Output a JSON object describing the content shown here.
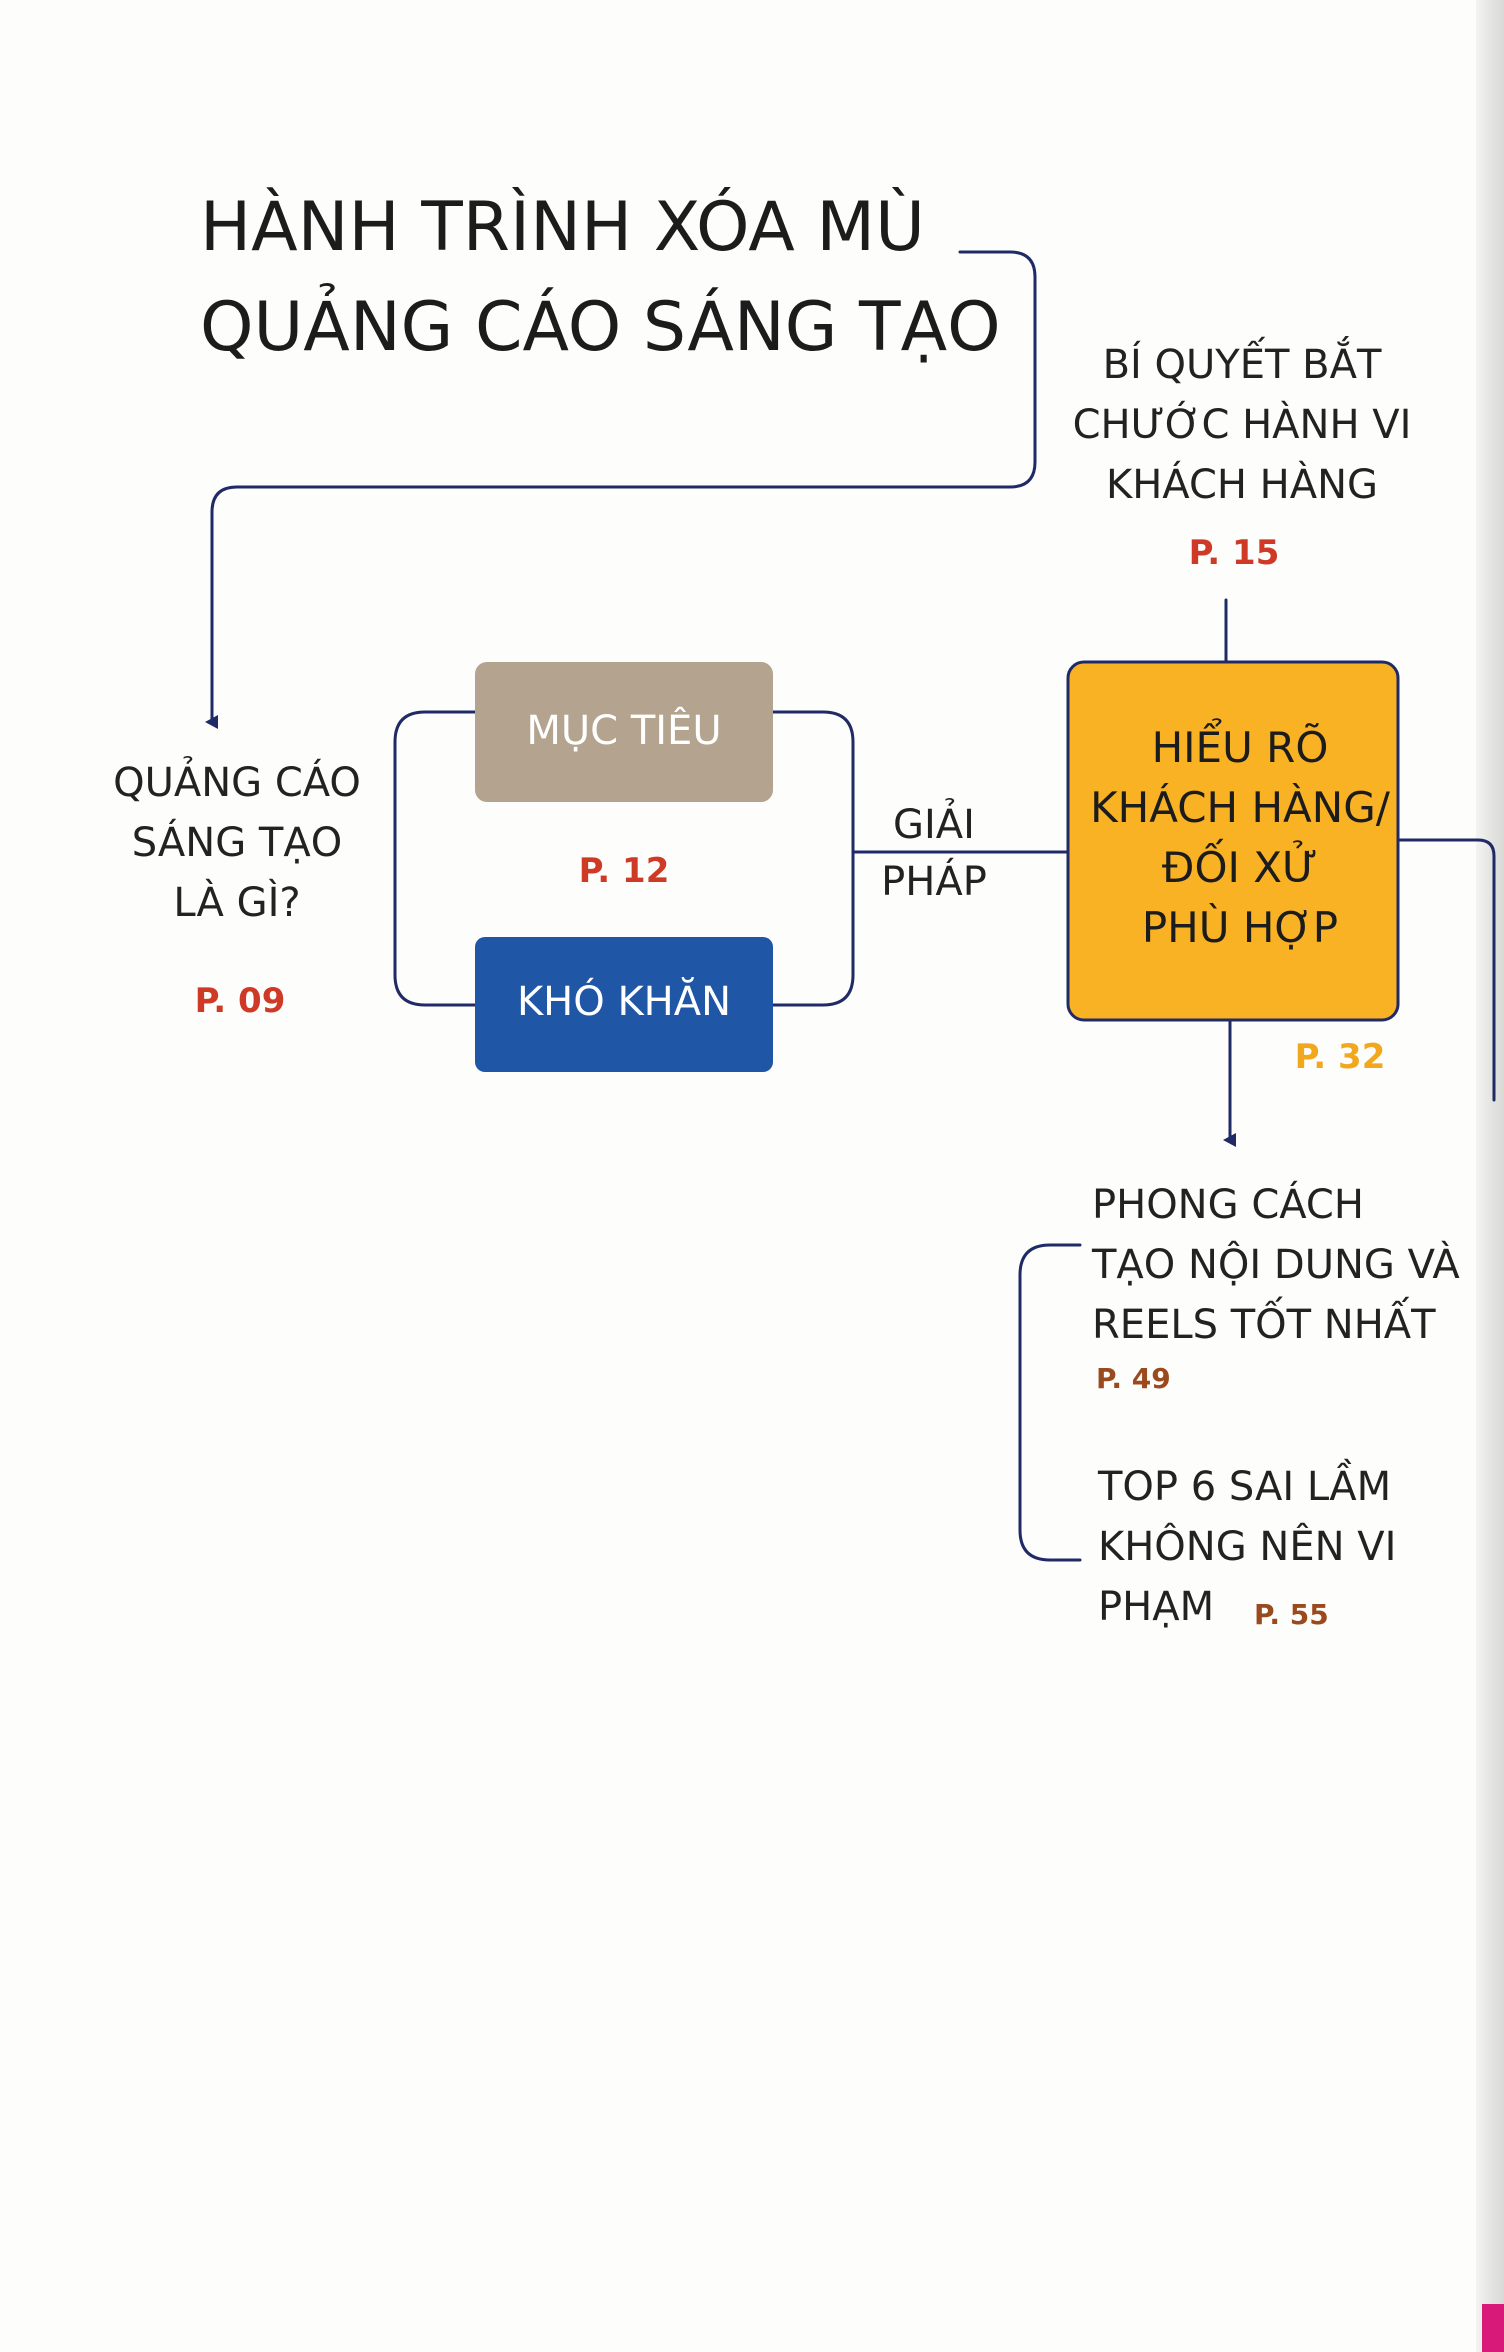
{
  "title": {
    "line1": "HÀNH TRÌNH XÓA MÙ",
    "line2": "QUẢNG CÁO SÁNG TẠO"
  },
  "nodes": {
    "what_is": {
      "lines": [
        "QUẢNG CÁO",
        "SÁNG TẠO",
        "LÀ GÌ?"
      ],
      "page": "P. 09"
    },
    "goal": {
      "label": "MỤC TIÊU"
    },
    "difficulty": {
      "label": "KHÓ KHĂN"
    },
    "goal_difficulty_page": "P. 12",
    "solution": {
      "lines": [
        "GIẢI",
        "PHÁP"
      ]
    },
    "understand": {
      "lines": [
        "HIỂU RÕ",
        "KHÁCH HÀNG/",
        "ĐỐI XỬ",
        "PHÙ HỢP"
      ],
      "page": "P. 32"
    },
    "mimic": {
      "lines": [
        "BÍ QUYẾT BẮT",
        "CHƯỚC HÀNH VI",
        "KHÁCH HÀNG"
      ],
      "page": "P. 15"
    },
    "content_style": {
      "lines": [
        "PHONG CÁCH",
        "TẠO NỘI DUNG VÀ",
        "REELS TỐT NHẤT"
      ],
      "page": "P. 49"
    },
    "mistakes": {
      "lines": [
        "TOP 6 SAI LẦM",
        "KHÔNG NÊN VI",
        "PHẠM"
      ],
      "page": "P. 55"
    }
  },
  "colors": {
    "goal_box": "#b3a38f",
    "difficulty_box": "#1f56a6",
    "understand_box": "#f9b224",
    "connector": "#1f2a66",
    "page_red": "#cf3a26",
    "page_orange": "#f1a81d",
    "page_brown": "#9a4a1c"
  }
}
